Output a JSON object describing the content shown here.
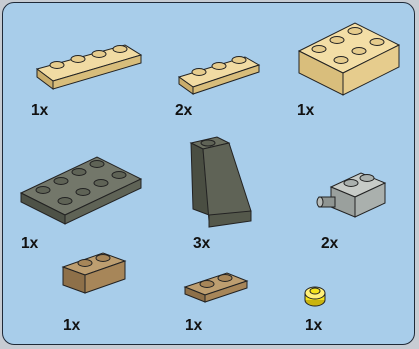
{
  "colors": {
    "panel_background": "#a8cdea",
    "panel_border": "#1f2a38",
    "tan": "#e6cc8d",
    "dark_tan": "#a78659",
    "dark_bluish_gray": "#5f6356",
    "light_bluish_gray": "#aab0ad",
    "trans_yellow": "#f4e21c"
  },
  "parts": [
    {
      "quantity": "1x",
      "part": "plate 1x4",
      "color": "tan",
      "icon": "plate-1x4-icon"
    },
    {
      "quantity": "2x",
      "part": "plate 1x3",
      "color": "tan",
      "icon": "plate-1x3-icon"
    },
    {
      "quantity": "1x",
      "part": "brick 2x3",
      "color": "tan",
      "icon": "brick-2x3-icon"
    },
    {
      "quantity": "1x",
      "part": "plate 2x4",
      "color": "dark bluish gray",
      "icon": "plate-2x4-icon"
    },
    {
      "quantity": "3x",
      "part": "slope 1x2x3",
      "color": "dark bluish gray",
      "icon": "slope-icon"
    },
    {
      "quantity": "2x",
      "part": "brick with pin",
      "color": "light bluish gray",
      "icon": "brick-pin-icon"
    },
    {
      "quantity": "1x",
      "part": "brick 1x2",
      "color": "dark tan",
      "icon": "brick-1x2-icon"
    },
    {
      "quantity": "1x",
      "part": "plate 1x2",
      "color": "dark tan",
      "icon": "plate-1x2-icon"
    },
    {
      "quantity": "1x",
      "part": "round plate 1x1",
      "color": "trans yellow",
      "icon": "round-plate-1x1-icon"
    }
  ]
}
